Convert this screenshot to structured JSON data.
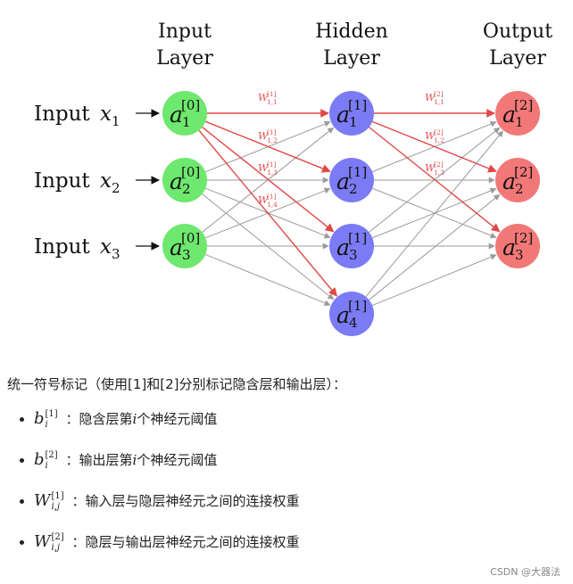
{
  "layers": [
    {
      "title_line1": "Input",
      "title_line2": "Layer",
      "color": "#6ee86e",
      "nodes": [
        {
          "base": "a",
          "sup": "[0]",
          "sub": "1"
        },
        {
          "base": "a",
          "sup": "[0]",
          "sub": "2"
        },
        {
          "base": "a",
          "sup": "[0]",
          "sub": "3"
        }
      ]
    },
    {
      "title_line1": "Hidden",
      "title_line2": "Layer",
      "color": "#7b7bf5",
      "nodes": [
        {
          "base": "a",
          "sup": "[1]",
          "sub": "1"
        },
        {
          "base": "a",
          "sup": "[1]",
          "sub": "2"
        },
        {
          "base": "a",
          "sup": "[1]",
          "sub": "3"
        },
        {
          "base": "a",
          "sup": "[1]",
          "sub": "4"
        }
      ]
    },
    {
      "title_line1": "Output",
      "title_line2": "Layer",
      "color": "#f27878",
      "nodes": [
        {
          "base": "a",
          "sup": "[2]",
          "sub": "1"
        },
        {
          "base": "a",
          "sup": "[2]",
          "sub": "2"
        },
        {
          "base": "a",
          "sup": "[2]",
          "sub": "3"
        }
      ]
    }
  ],
  "inputs": [
    {
      "label": "Input",
      "var": "x",
      "sub": "1"
    },
    {
      "label": "Input",
      "var": "x",
      "sub": "2"
    },
    {
      "label": "Input",
      "var": "x",
      "sub": "3"
    }
  ],
  "weight_labels": [
    {
      "base": "W",
      "sup": "[1]",
      "sub": "1,1"
    },
    {
      "base": "W",
      "sup": "[1]",
      "sub": "1,2"
    },
    {
      "base": "W",
      "sup": "[1]",
      "sub": "1,3"
    },
    {
      "base": "W",
      "sup": "[1]",
      "sub": "1,4"
    },
    {
      "base": "W",
      "sup": "[2]",
      "sub": "1,1"
    },
    {
      "base": "W",
      "sup": "[2]",
      "sub": "1,2"
    },
    {
      "base": "W",
      "sup": "[2]",
      "sub": "1,3"
    }
  ],
  "colors": {
    "highlight_edge": "#e04848",
    "edge": "#9a9a9a",
    "text": "#111111"
  },
  "notes": {
    "intro": "统一符号标记（使用[1]和[2]分别标记隐含层和输出层）：",
    "items": [
      {
        "sym": "b",
        "sup": "[1]",
        "sub": "i",
        "desc_before": "：隐含层第",
        "desc_var": "i",
        "desc_after": "个神经元阈值"
      },
      {
        "sym": "b",
        "sup": "[2]",
        "sub": "i",
        "desc_before": "：输出层第",
        "desc_var": "i",
        "desc_after": "个神经元阈值"
      },
      {
        "sym": "W",
        "sup": "[1]",
        "sub": "i,j",
        "desc_before": "：输入层与隐层神经元之间的连接权重",
        "desc_var": "",
        "desc_after": ""
      },
      {
        "sym": "W",
        "sup": "[2]",
        "sub": "i,j",
        "desc_before": "：隐层与输出层神经元之间的连接权重",
        "desc_var": "",
        "desc_after": ""
      }
    ]
  },
  "watermark": "CSDN @大器法"
}
